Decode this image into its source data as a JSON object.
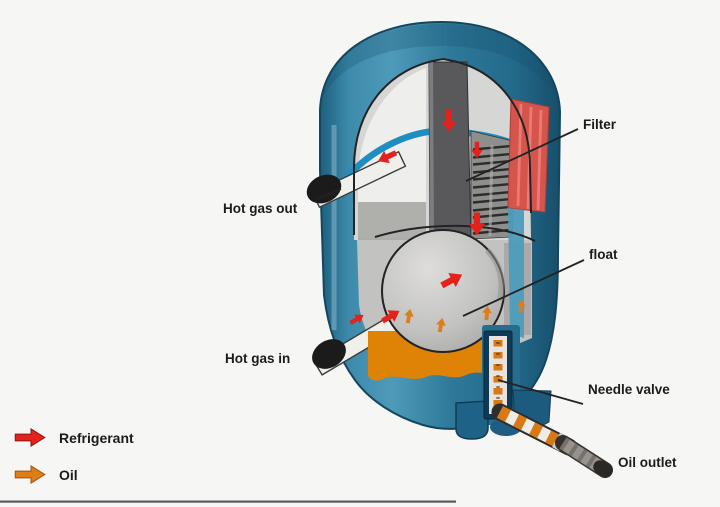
{
  "diagram": {
    "labels": {
      "hot_gas_out": "Hot gas out",
      "hot_gas_in": "Hot gas in",
      "filter": "Filter",
      "float": "float",
      "needle_valve": "Needle valve",
      "oil_outlet": "Oil outlet"
    },
    "legend": {
      "items": [
        {
          "label": "Refrigerant",
          "color": "#e3221c"
        },
        {
          "label": "Oil",
          "color": "#dd7e1b"
        }
      ]
    },
    "colors": {
      "vessel_blue": "#2f7ea0",
      "cut_edge_pink": "#d5544c",
      "interior_gray": "#d6d6d4",
      "column_gray": "#59595b",
      "oil_orange": "#de8306",
      "flow_swoosh_blue": "#1f8dc1",
      "refrigerant_arrow": "#e3221c",
      "oil_arrow": "#dd7e1b"
    }
  }
}
